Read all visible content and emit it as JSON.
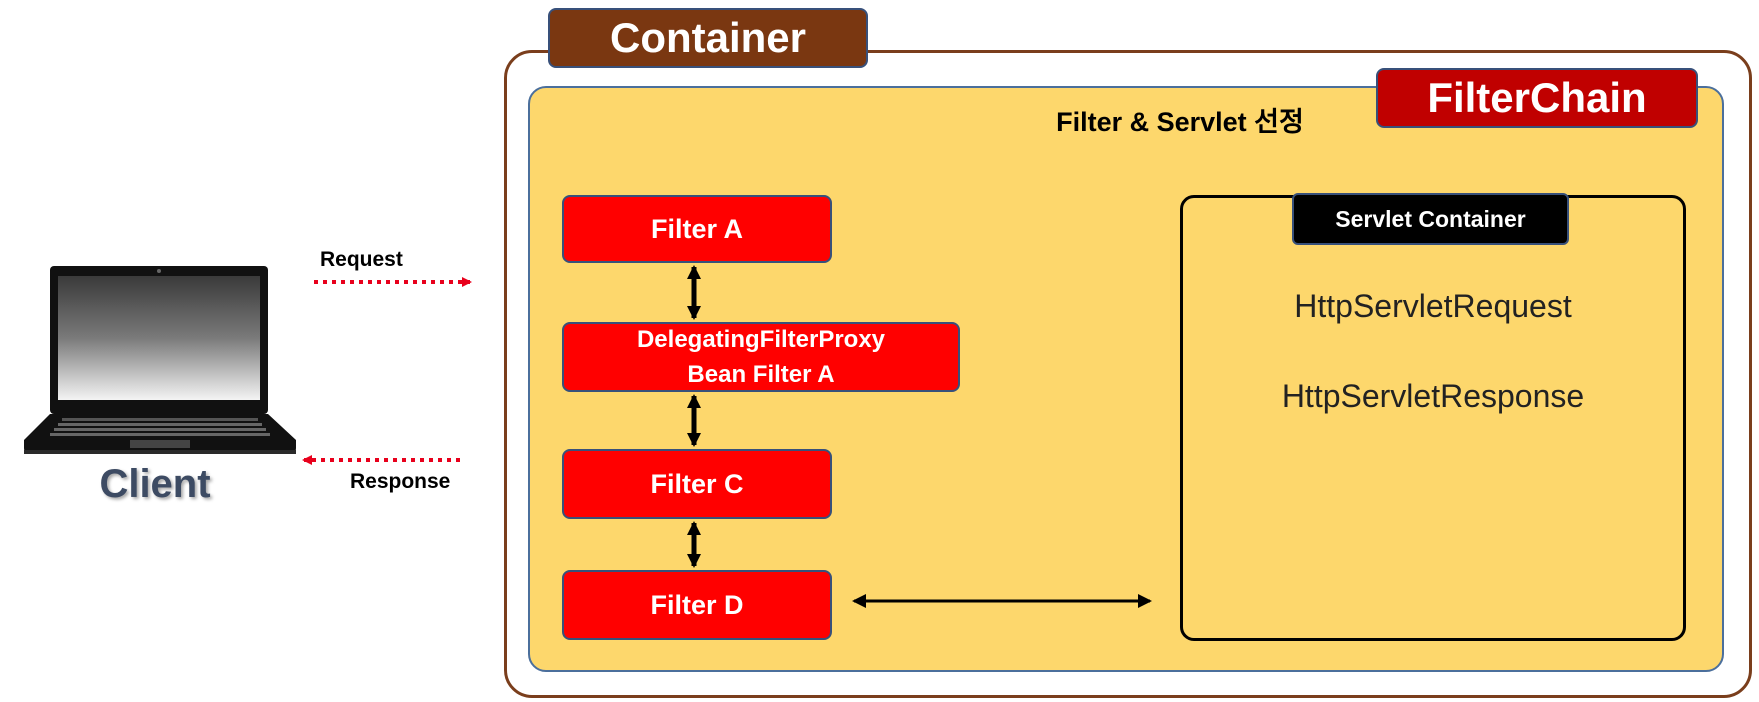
{
  "client": {
    "label": "Client",
    "icon": "laptop-icon"
  },
  "arrows": {
    "request_label": "Request",
    "response_label": "Response",
    "color": "#e8001c"
  },
  "container": {
    "title": "Container",
    "color": "#7a3711"
  },
  "filter_chain": {
    "title": "FilterChain",
    "color": "#c00000",
    "section_title": "Filter & Servlet 선정",
    "filters": [
      {
        "label": "Filter A"
      },
      {
        "line1": "DelegatingFilterProxy",
        "line2": "Bean Filter A"
      },
      {
        "label": "Filter C"
      },
      {
        "label": "Filter D"
      }
    ]
  },
  "servlet_container": {
    "title": "Servlet Container",
    "items": [
      "HttpServletRequest",
      "HttpServletResponse"
    ]
  }
}
